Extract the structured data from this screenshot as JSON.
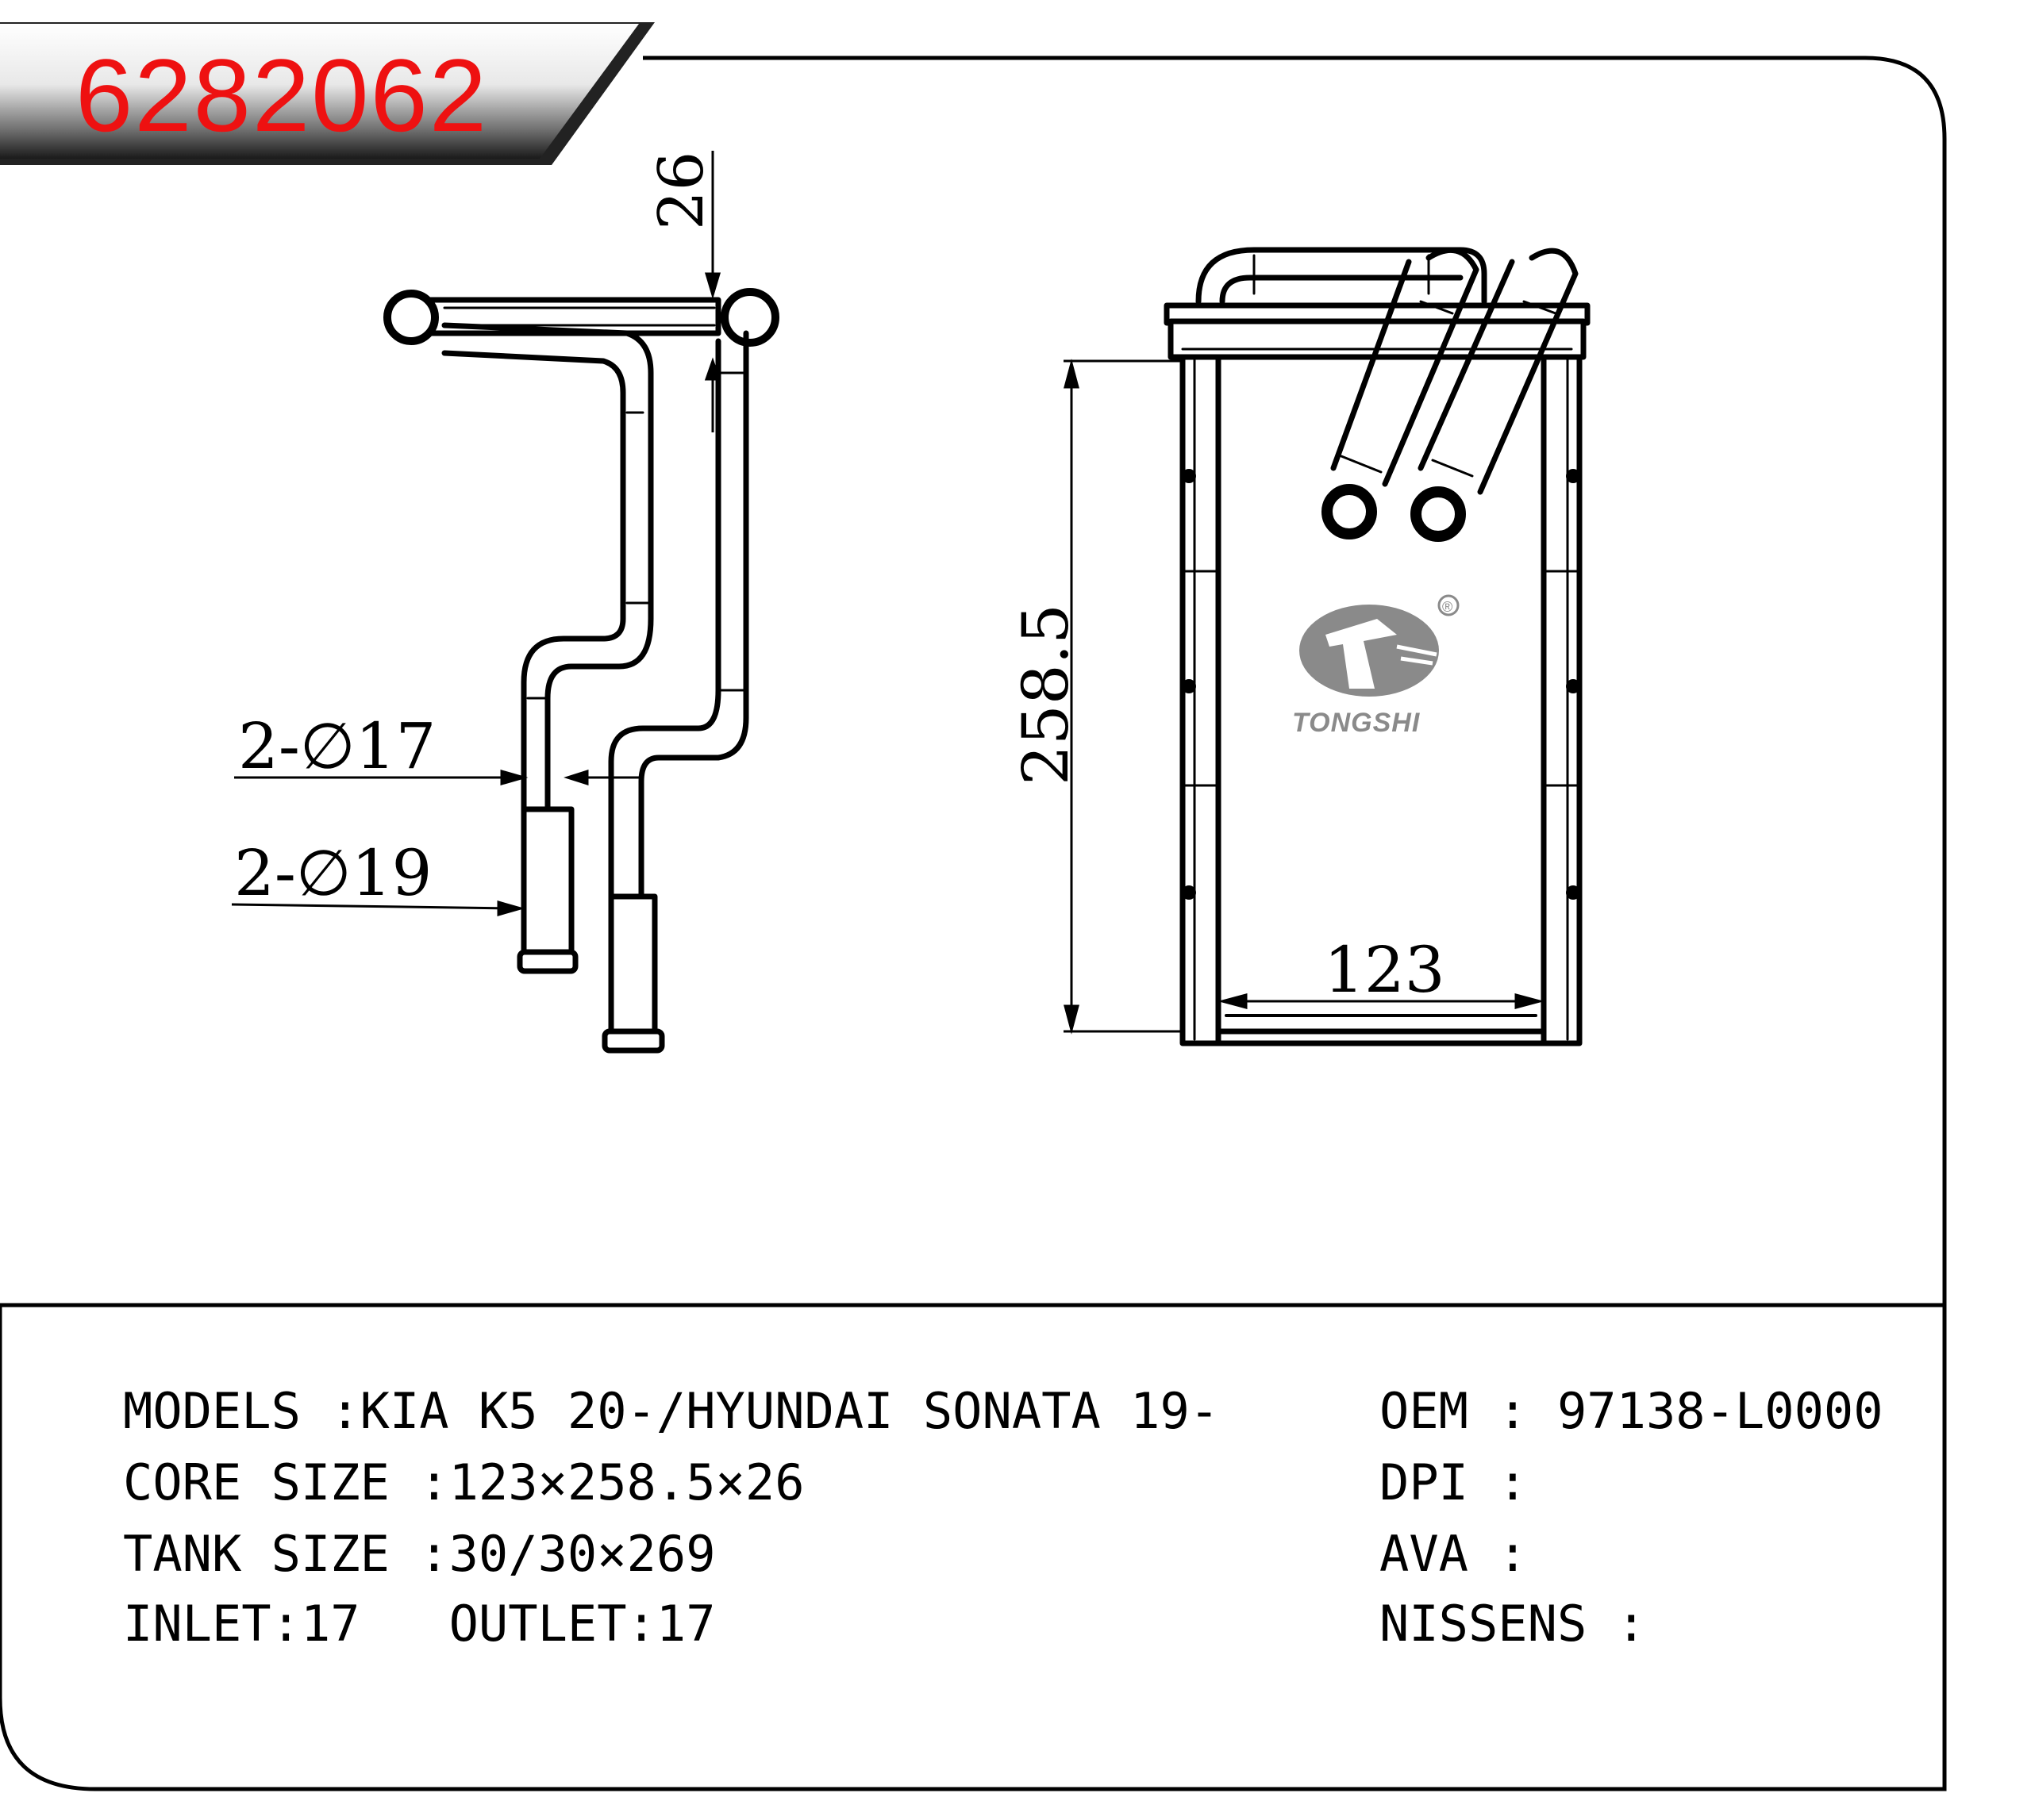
{
  "header": {
    "part_number": "6282062"
  },
  "side_view": {
    "depth_label": "26",
    "inlet_label": "2-∅17",
    "outlet_label": "2-∅19"
  },
  "front_view": {
    "height_label": "258.5",
    "width_label": "123",
    "logo_text": "TONGSHI",
    "logo_mark": "®"
  },
  "specs": {
    "models": "MODELS :KIA K5 20-/HYUNDAI SONATA 19-",
    "core_size": "CORE SIZE :123×258.5×26",
    "tank_size": "TANK SIZE :30/30×269",
    "inlet_outlet": "INLET:17   OUTLET:17",
    "oem": "OEM : 97138-L0000",
    "dpi": "DPI :",
    "ava": "AVA :",
    "nissens": "NISSENS :"
  },
  "colors": {
    "part_number": "#ee1111",
    "banner_dark": "#222222",
    "logo_gray": "#8a8a8a"
  }
}
